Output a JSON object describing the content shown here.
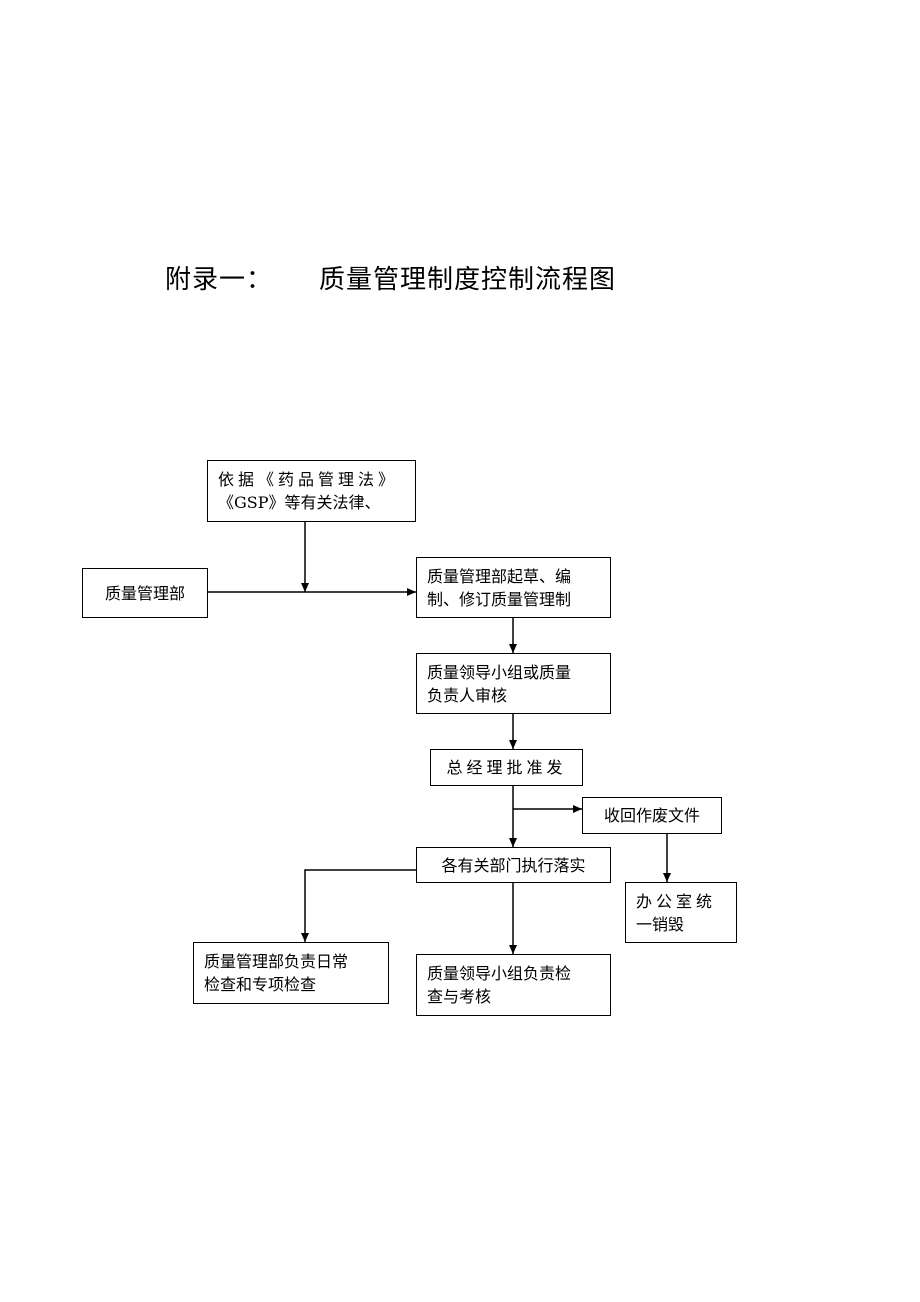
{
  "title": {
    "prefix": "附录一：",
    "text": "质量管理制度控制流程图"
  },
  "nodes": {
    "basis": {
      "lines": [
        "依据《药品管理法》",
        "《GSP》等有关法律、"
      ]
    },
    "qm_dept": {
      "lines": [
        "质量管理部"
      ]
    },
    "draft": {
      "lines": [
        "质量管理部起草、编",
        "制、修订质量管理制"
      ]
    },
    "review": {
      "lines": [
        "质量领导小组或质量",
        "负责人审核"
      ]
    },
    "approve": {
      "lines": [
        "总经理批准发"
      ]
    },
    "recall": {
      "lines": [
        "收回作废文件"
      ]
    },
    "destroy": {
      "lines": [
        "办公室统",
        "一销毁"
      ]
    },
    "execute": {
      "lines": [
        "各有关部门执行落实"
      ]
    },
    "daily_check": {
      "lines": [
        "质量管理部负责日常",
        "检查和专项检查"
      ]
    },
    "leader_check": {
      "lines": [
        "质量领导小组负责检",
        "查与考核"
      ]
    }
  }
}
